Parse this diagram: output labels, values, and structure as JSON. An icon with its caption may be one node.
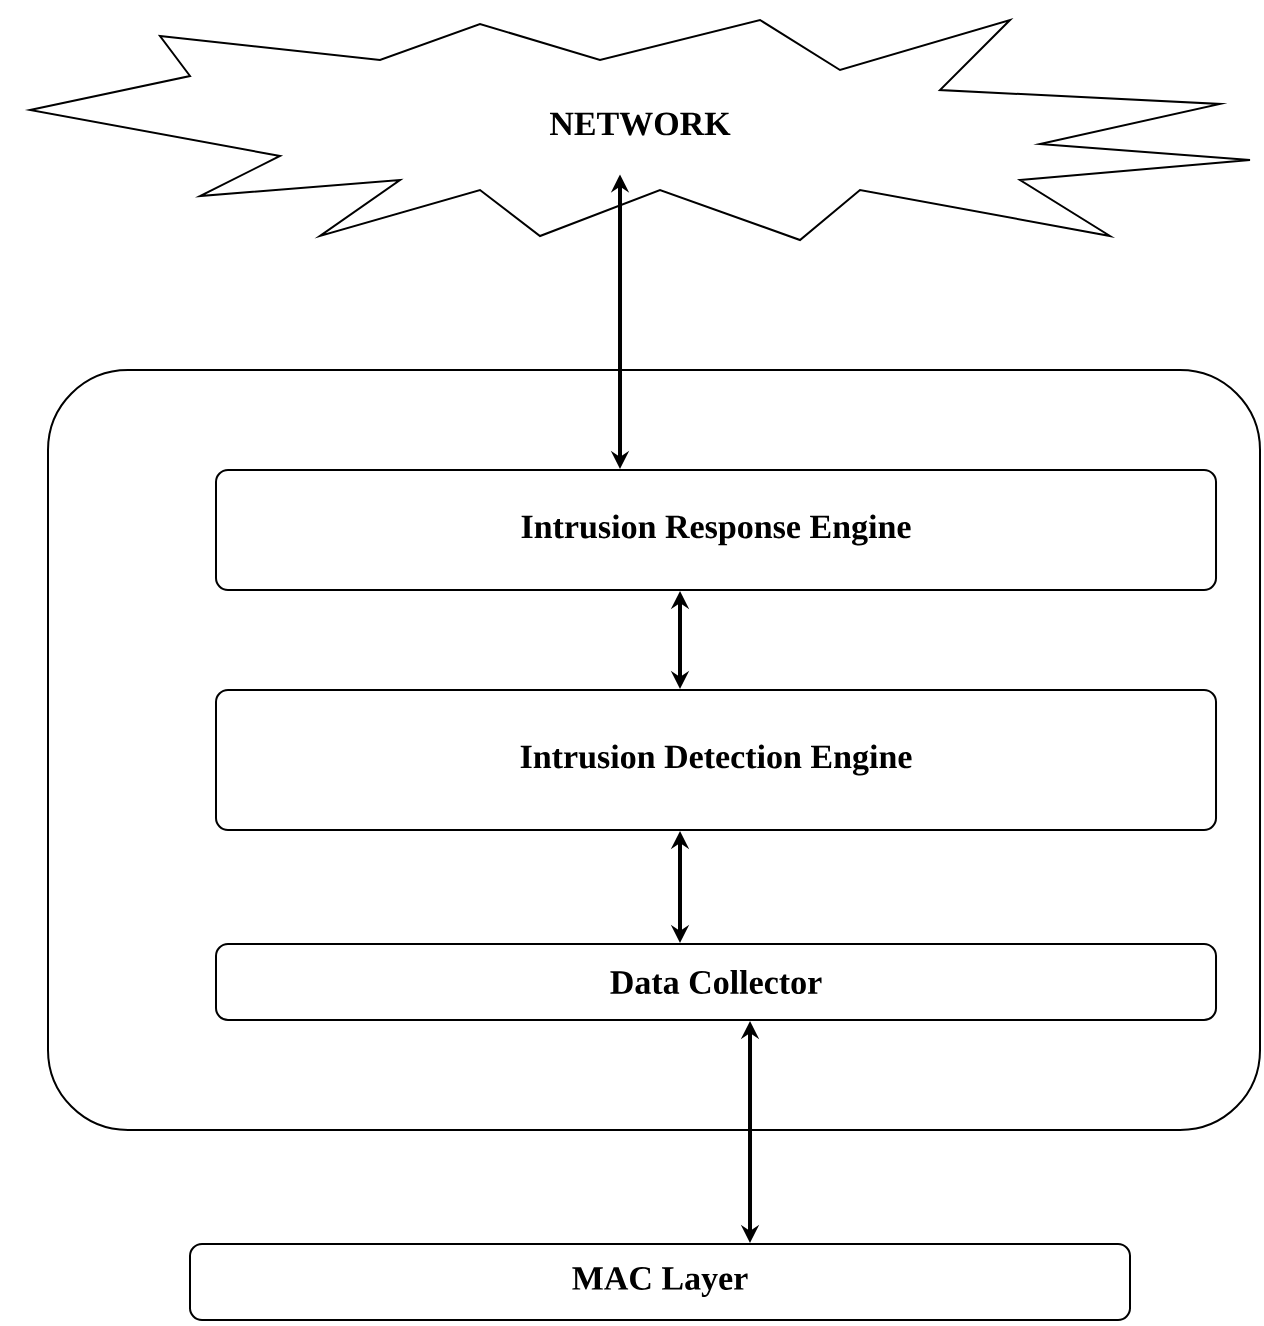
{
  "diagram": {
    "nodes": [
      {
        "text": [
          "NETWORK"
        ]
      },
      {
        "text": [],
        "shape": "box"
      },
      {
        "text": [
          "Intrusion Response Engine"
        ],
        "in": 1
      },
      {
        "text": [
          "Intrusion Detection Engine"
        ],
        "in": 1
      },
      {
        "text": [
          "Data Collector"
        ],
        "in": 1
      },
      {
        "text": [
          "MAC Layer"
        ]
      }
    ],
    "edges": [
      {
        "from": 0,
        "to": 2,
        "arrow": "both"
      },
      {
        "from": 2,
        "to": 3,
        "arrow": "both"
      },
      {
        "from": 3,
        "to": 4,
        "arrow": "both"
      },
      {
        "from": 4,
        "to": 5,
        "arrow": "both"
      }
    ]
  }
}
